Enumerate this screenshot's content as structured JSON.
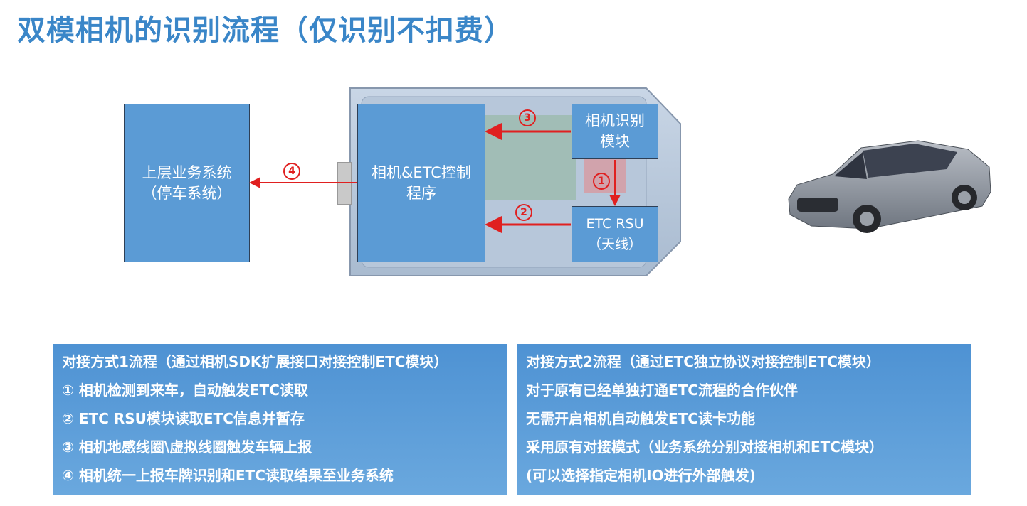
{
  "title": "双模相机的识别流程（仅识别不扣费）",
  "boxes": {
    "upper_system": "上层业务系统\n（停车系统）",
    "control_program": "相机&ETC控制\n程序",
    "camera_module": "相机识别\n模块",
    "etc_rsu": "ETC RSU\n（天线）"
  },
  "steps": {
    "s1": "1",
    "s2": "2",
    "s3": "3",
    "s4": "4"
  },
  "panels": {
    "left": [
      "对接方式1流程（通过相机SDK扩展接口对接控制ETC模块）",
      "① 相机检测到来车，自动触发ETC读取",
      "② ETC RSU模块读取ETC信息并暂存",
      "③ 相机地感线圈\\虚拟线圈触发车辆上报",
      "④ 相机统一上报车牌识别和ETC读取结果至业务系统"
    ],
    "right": [
      "对接方式2流程（通过ETC独立协议对接控制ETC模块）",
      "对于原有已经单独打通ETC流程的合作伙伴",
      "无需开启相机自动触发ETC读卡功能",
      "采用原有对接模式（业务系统分别对接相机和ETC模块）",
      "(可以选择指定相机IO进行外部触发)"
    ]
  },
  "colors": {
    "title": "#3a86c8",
    "box_fill": "#5b9bd5",
    "arrow": "#e02020",
    "panel": "#5b9bd5"
  }
}
